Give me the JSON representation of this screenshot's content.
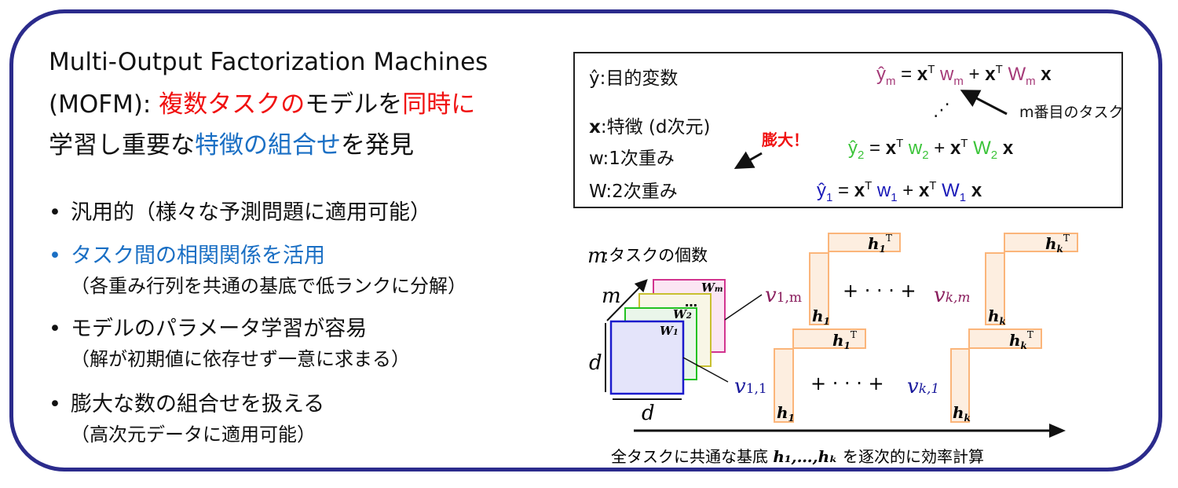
{
  "title": {
    "line1": "Multi-Output Factorization Machines",
    "line2_prefix": "(MOFM): ",
    "line2_red1": "複数タスクの",
    "line2_mid": "モデルを",
    "line2_red2": "同時に",
    "line3_prefix": "学習し重要な",
    "line3_blue": "特徴の組合せ",
    "line3_suffix": "を発見"
  },
  "bullets": [
    {
      "main": "汎用的（様々な予測問題に適用可能）",
      "sub": ""
    },
    {
      "main": "タスク間の相関関係を活用",
      "sub": "（各重み行列を共通の基底で低ランクに分解）"
    },
    {
      "main": "モデルのパラメータ学習が容易",
      "sub": "（解が初期値に依存せず一意に求まる）"
    },
    {
      "main": "膨大な数の組合せを扱える",
      "sub": "（高次元データに適用可能）"
    }
  ],
  "legend_box": {
    "y_label": "ŷ:目的変数",
    "x_label_sym": "x",
    "x_label": ":特徴 (d次元)",
    "w_label": "w:1次重み",
    "W_label": "W:2次重み",
    "huge": "膨大！",
    "mth_task": "m番目のタスク",
    "dots": "⋰",
    "eq_y": "ŷ",
    "eq_eq": " = ",
    "eq_x": "x",
    "eq_T": "T",
    "eq_w": " w",
    "eq_plus": " + ",
    "eq_W": " W",
    "sub_m": "m",
    "sub_2": "2",
    "sub_1": "1"
  },
  "diagram": {
    "m_label": "m",
    "m_caption": ":タスクの個数",
    "d_label": "d",
    "W_m": "W",
    "W_m_sub": "m",
    "W_2": "W",
    "W_2_sub": "2",
    "W_1": "W",
    "W_1_sub": "1",
    "ellipsis": "…",
    "v1m": "v",
    "v1m_sub": "1,m",
    "vkm": "v",
    "vkm_sub": "k,m",
    "v11": "v",
    "v11_sub": "1,1",
    "vk1": "v",
    "vk1_sub": "k,1",
    "plus_dots": "+ · · · +",
    "h": "h",
    "h1_sub": "1",
    "hk_sub": "k",
    "T": "T",
    "caption_prefix": "全タスクに共通な基底 ",
    "caption_math": "h₁,…,hₖ",
    "caption_suffix": " を逐次的に効率計算"
  },
  "colors": {
    "frame": "#2b2b8c",
    "red": "#f01010",
    "blue": "#1a6fc4",
    "task_m": "#a53a78",
    "task_2": "#3cc43a",
    "task_1": "#1a1ab8",
    "basis": "#fbb57a"
  }
}
